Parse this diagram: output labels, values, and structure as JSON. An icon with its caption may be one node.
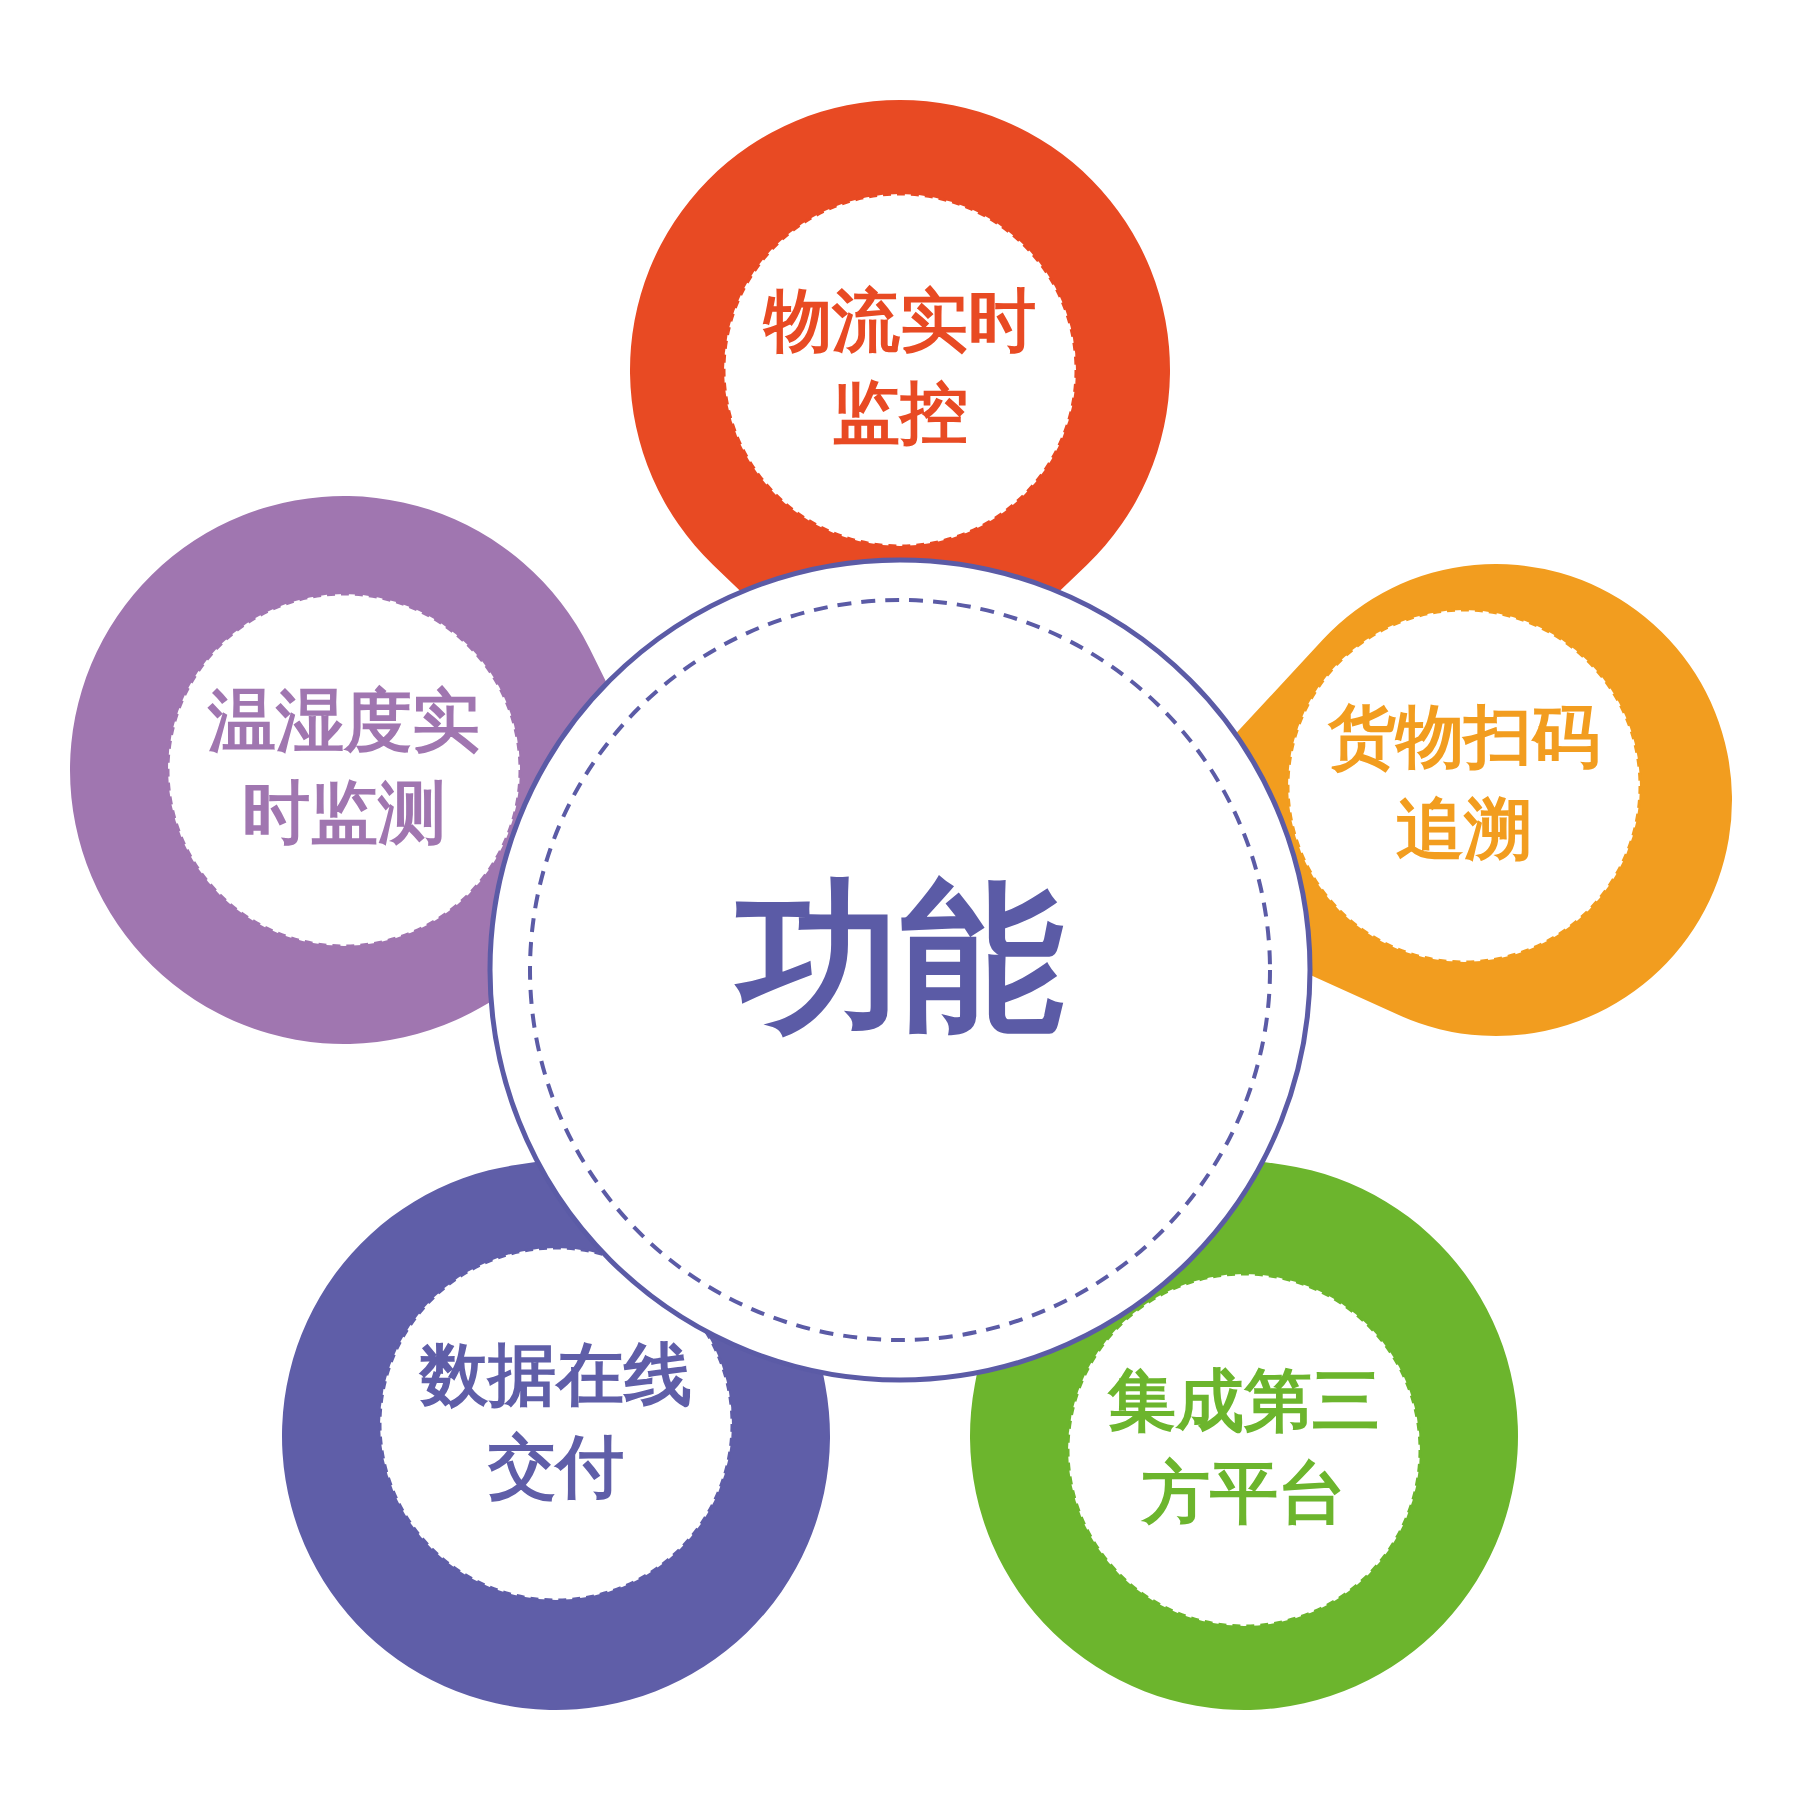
{
  "diagram": {
    "nodes": [
      {
        "text": [
          "功能"
        ]
      },
      {
        "text": [
          "物流实时监控"
        ]
      },
      {
        "text": [
          "货物扫码追溯"
        ]
      },
      {
        "text": [
          "集成第三方平台"
        ]
      },
      {
        "text": [
          "数据在线交付"
        ]
      },
      {
        "text": [
          "温湿度实时监测"
        ]
      }
    ]
  }
}
